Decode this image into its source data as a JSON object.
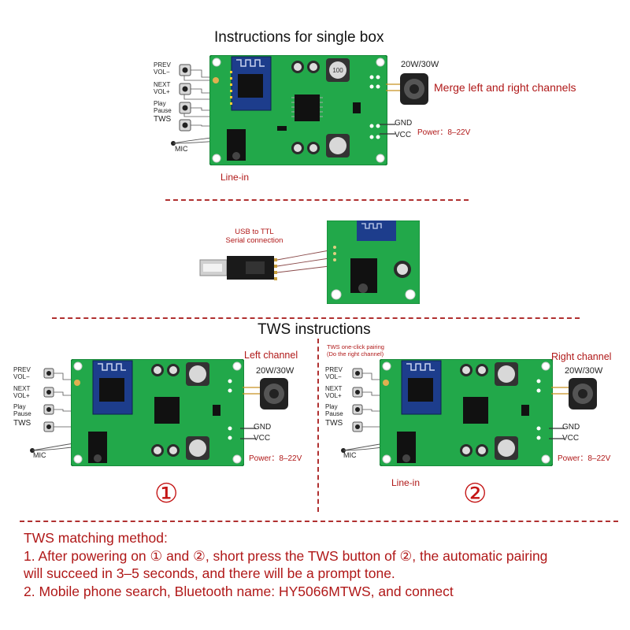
{
  "single_box": {
    "title": "Instructions for single box",
    "buttons": {
      "prev": "PREV",
      "vol_minus": "VOL−",
      "next": "NEXT",
      "vol_plus": "VOL+",
      "play": "Play",
      "pause": "Pause",
      "tws": "TWS"
    },
    "mic": "MIC",
    "line_in": "Line-in",
    "speaker_power": "20W/30W",
    "merge_note": "Merge left and right channels",
    "gnd": "GND",
    "vcc": "VCC",
    "power": "Power：8–22V",
    "cap_label": "100"
  },
  "serial": {
    "line1": "USB to TTL",
    "line2": "Serial connection"
  },
  "tws": {
    "title": "TWS instructions",
    "left": {
      "channel": "Left channel",
      "speaker_power": "20W/30W",
      "gnd": "GND",
      "vcc": "VCC",
      "power": "Power：8–22V",
      "mic": "MIC",
      "marker": "①",
      "buttons": {
        "prev": "PREV",
        "vol_minus": "VOL−",
        "next": "NEXT",
        "vol_plus": "VOL+",
        "play": "Play",
        "pause": "Pause",
        "tws": "TWS"
      }
    },
    "right": {
      "channel": "Right channel",
      "speaker_power": "20W/30W",
      "gnd": "GND",
      "vcc": "VCC",
      "power": "Power：8–22V",
      "mic": "MIC",
      "line_in": "Line-in",
      "pairing_note_1": "TWS one-click pairing",
      "pairing_note_2": "(Do the right channel)",
      "marker": "②",
      "buttons": {
        "prev": "PREV",
        "vol_minus": "VOL−",
        "next": "NEXT",
        "vol_plus": "VOL+",
        "play": "Play",
        "pause": "Pause",
        "tws": "TWS"
      }
    }
  },
  "method": {
    "heading": "TWS matching method:",
    "step1_line1": "1. After powering on ① and ②, short press the TWS button of ②, the automatic pairing",
    "step1_line2": "will succeed in 3–5 seconds, and there will be a prompt tone.",
    "step2": "2. Mobile phone search, Bluetooth name: HY5066MTWS, and connect"
  },
  "colors": {
    "pcb": "#22a84a",
    "pcb_dark": "#158038",
    "accent_red": "#b01818",
    "module_blue": "#1d3d8c"
  }
}
